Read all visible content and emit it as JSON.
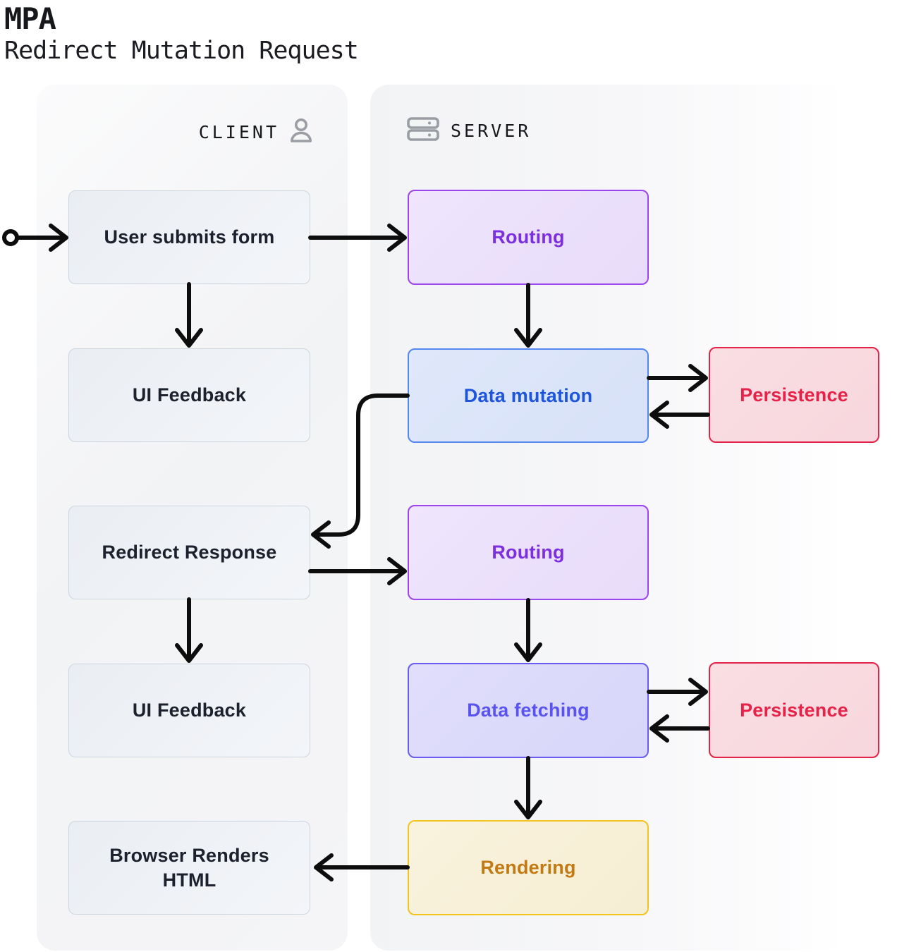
{
  "header": {
    "title": "MPA",
    "subtitle": "Redirect Mutation Request"
  },
  "lanes": {
    "client": {
      "label": "CLIENT",
      "icon": "user-icon"
    },
    "server": {
      "label": "SERVER",
      "icon": "server-icon"
    }
  },
  "nodes": {
    "client": [
      {
        "id": "user-submits-form",
        "label": "User submits form"
      },
      {
        "id": "ui-feedback-1",
        "label": "UI Feedback"
      },
      {
        "id": "redirect-response",
        "label": "Redirect Response"
      },
      {
        "id": "ui-feedback-2",
        "label": "UI Feedback"
      },
      {
        "id": "browser-renders-html",
        "label": "Browser Renders HTML"
      }
    ],
    "server": [
      {
        "id": "routing-1",
        "label": "Routing",
        "type": "routing"
      },
      {
        "id": "data-mutation",
        "label": "Data mutation",
        "type": "mutation"
      },
      {
        "id": "routing-2",
        "label": "Routing",
        "type": "routing"
      },
      {
        "id": "data-fetching",
        "label": "Data fetching",
        "type": "fetching"
      },
      {
        "id": "rendering",
        "label": "Rendering",
        "type": "rendering"
      }
    ],
    "persistence": [
      {
        "id": "persistence-1",
        "label": "Persistence"
      },
      {
        "id": "persistence-2",
        "label": "Persistence"
      }
    ]
  },
  "edges": [
    {
      "from": "start",
      "to": "user-submits-form"
    },
    {
      "from": "user-submits-form",
      "to": "routing-1"
    },
    {
      "from": "user-submits-form",
      "to": "ui-feedback-1"
    },
    {
      "from": "routing-1",
      "to": "data-mutation"
    },
    {
      "from": "data-mutation",
      "to": "persistence-1"
    },
    {
      "from": "persistence-1",
      "to": "data-mutation"
    },
    {
      "from": "data-mutation",
      "to": "redirect-response"
    },
    {
      "from": "redirect-response",
      "to": "routing-2"
    },
    {
      "from": "redirect-response",
      "to": "ui-feedback-2"
    },
    {
      "from": "routing-2",
      "to": "data-fetching"
    },
    {
      "from": "data-fetching",
      "to": "persistence-2"
    },
    {
      "from": "persistence-2",
      "to": "data-fetching"
    },
    {
      "from": "data-fetching",
      "to": "rendering"
    },
    {
      "from": "rendering",
      "to": "browser-renders-html"
    }
  ],
  "colors": {
    "arrow": "#0d0d0d",
    "routing_border": "#9b45ee",
    "routing_text": "#7c2fe0",
    "mutation_border": "#5487f0",
    "mutation_text": "#1d55dc",
    "fetching_border": "#6a5cf2",
    "fetching_text": "#5953f2",
    "persistence_border": "#e62249",
    "persistence_text": "#e62249",
    "rendering_border": "#f2c41c",
    "rendering_text": "#c27a12",
    "gray_node_fill": "#eef1f5",
    "gray_node_border": "#ccd6e1",
    "panel_fill": "#f3f4f6",
    "icon_gray": "#9a9da3"
  }
}
